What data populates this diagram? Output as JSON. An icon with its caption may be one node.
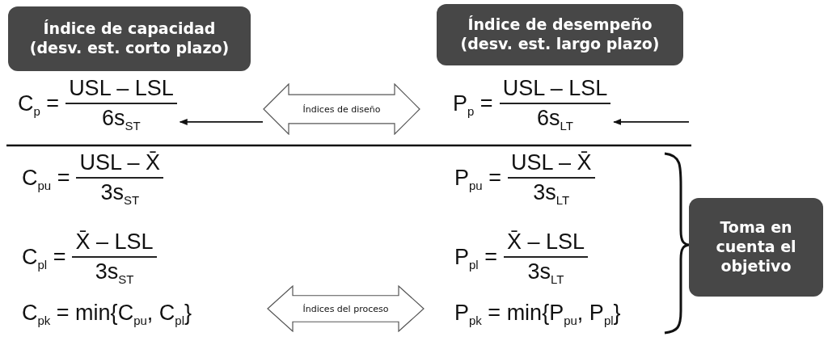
{
  "diagram": {
    "nodes": [
      {
        "text": [
          "Índice de capacidad (desv. est. corto plazo)"
        ]
      },
      {
        "text": [
          "Índice de desempeño (desv. est. largo plazo)"
        ]
      },
      {
        "text": [
          "C$_{p}$ =",
          "USL – LSL",
          "6s$_{ST}$"
        ]
      },
      {
        "text": [
          "Índices de diseño"
        ]
      },
      {
        "text": [
          "P$_{p}$ =",
          "USL – LSL",
          "6s$_{LT}$"
        ]
      },
      {
        "text": [
          "Índices del proceso"
        ]
      },
      {
        "text": [
          "Toma en cuenta el objetivo"
        ]
      }
    ],
    "edges": [
      {
        "from": 3,
        "to": 2,
        "arrow": "to"
      },
      {
        "from": null,
        "to": 4,
        "arrow": "to"
      }
    ],
    "labels": [
      "C$_{pu}$ =",
      "USL – X̄",
      "3s$_{ST}$",
      "P$_{pu}$ =",
      "USL – X̄",
      "3s$_{LT}$",
      "C$_{pl}$ =",
      "X̄ – LSL",
      "3s$_{ST}$",
      "P$_{pl}$ =",
      "X̄ – LSL",
      "3s$_{LT}$",
      "C$_{pk}$ = min{C$_{pu}$, C$_{pl}$}",
      "P$_{pk}$ = min{P$_{pu}$, P$_{pl}$}"
    ]
  }
}
